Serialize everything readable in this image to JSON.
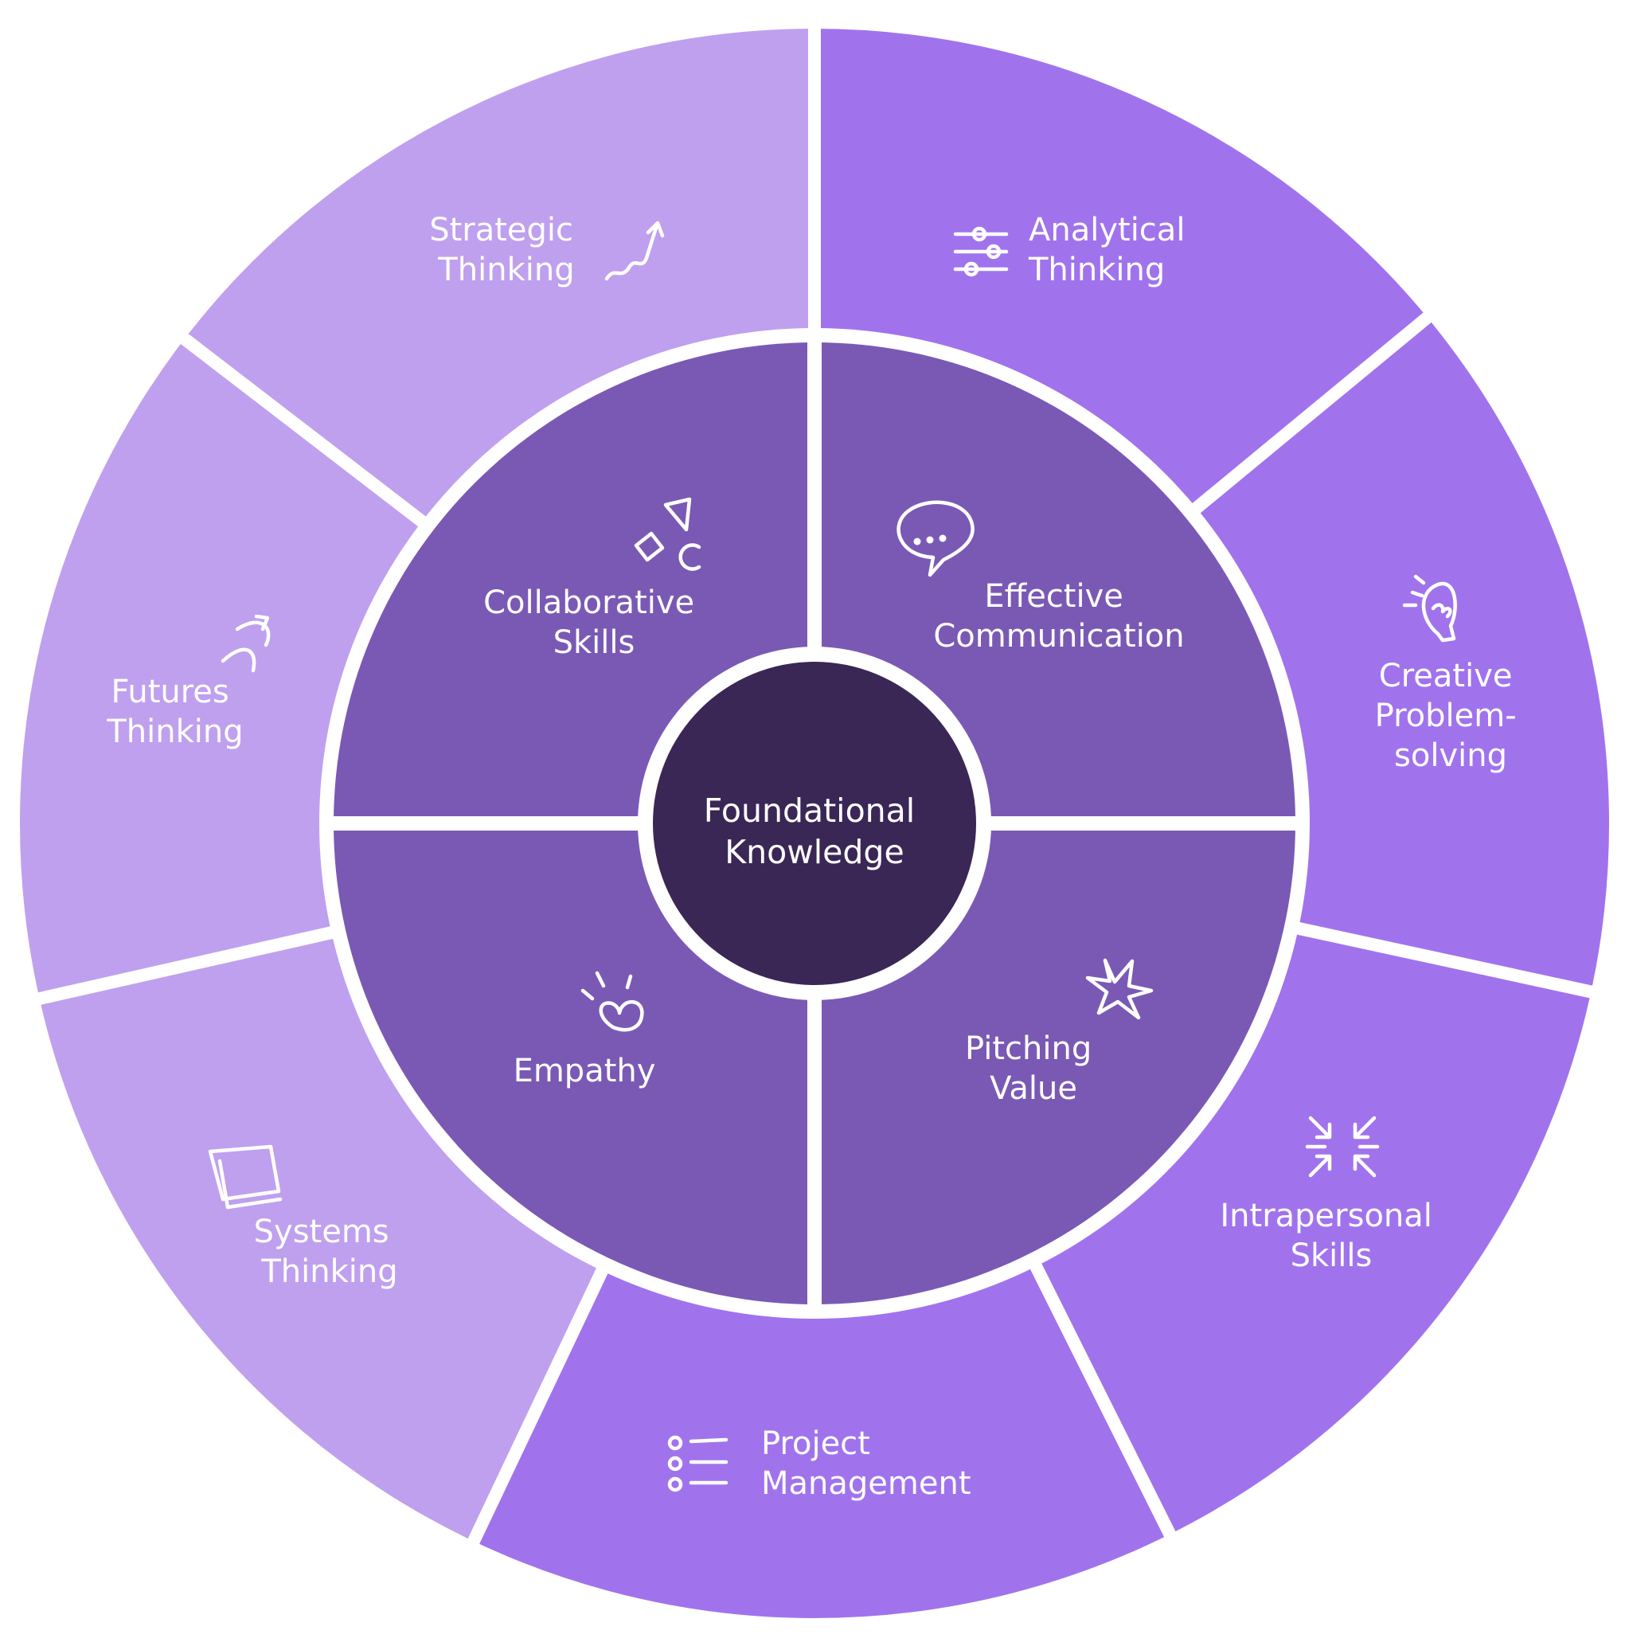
{
  "colors": {
    "outer_light": "#BFA0EE",
    "outer_bright": "#A073ED",
    "inner": "#7A59B5",
    "center": "#3A2756",
    "divider": "#FFFFFF"
  },
  "center": {
    "lines": [
      "Foundational",
      "Knowledge"
    ]
  },
  "inner_ring": [
    {
      "id": "collaborative-skills",
      "lines": [
        "Collaborative",
        "Skills"
      ],
      "icon": "shapes-icon"
    },
    {
      "id": "effective-communication",
      "lines": [
        "Effective",
        "Communication"
      ],
      "icon": "speech-bubble-icon"
    },
    {
      "id": "pitching-value",
      "lines": [
        "Pitching",
        "Value"
      ],
      "icon": "starfish-icon"
    },
    {
      "id": "empathy",
      "lines": [
        "Empathy"
      ],
      "icon": "heart-sparkle-icon"
    }
  ],
  "outer_ring": [
    {
      "id": "analytical-thinking",
      "lines": [
        "Analytical",
        "Thinking"
      ],
      "icon": "sliders-icon",
      "tone": "bright"
    },
    {
      "id": "creative-problem-solving",
      "lines": [
        "Creative",
        "Problem-",
        "solving"
      ],
      "icon": "lightbulb-icon",
      "tone": "bright"
    },
    {
      "id": "intrapersonal-skills",
      "lines": [
        "Intrapersonal",
        "Skills"
      ],
      "icon": "converging-arrows-icon",
      "tone": "bright"
    },
    {
      "id": "project-management",
      "lines": [
        "Project",
        "Management"
      ],
      "icon": "checklist-icon",
      "tone": "bright"
    },
    {
      "id": "systems-thinking",
      "lines": [
        "Systems",
        "Thinking"
      ],
      "icon": "frame-icon",
      "tone": "light"
    },
    {
      "id": "futures-thinking",
      "lines": [
        "Futures",
        "Thinking"
      ],
      "icon": "curved-arrows-icon",
      "tone": "light"
    },
    {
      "id": "strategic-thinking",
      "lines": [
        "Strategic",
        "Thinking"
      ],
      "icon": "zigzag-arrow-icon",
      "tone": "light"
    }
  ]
}
